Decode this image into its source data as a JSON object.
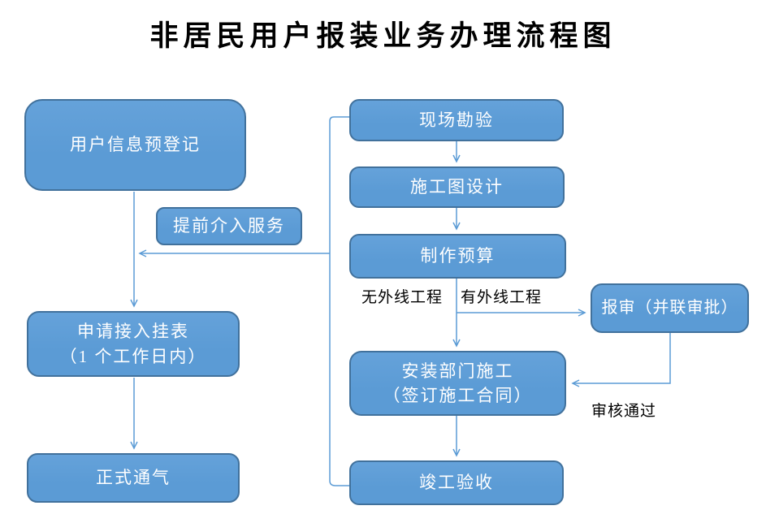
{
  "title": "非居民用户报装业务办理流程图",
  "colors": {
    "box_fill": "#5B9BD5",
    "box_border": "#41719C",
    "connector": "#5B9BD5",
    "box_text": "#FFFFFF",
    "edge_label_text": "#000000",
    "background": "#FFFFFF"
  },
  "nodes": {
    "user_preregister": {
      "label": "用户信息预登记"
    },
    "early_service": {
      "label": "提前介入服务"
    },
    "apply_meter": {
      "line1": "申请接入挂表",
      "line2": "（1 个工作日内）"
    },
    "official_gas": {
      "label": "正式通气"
    },
    "site_survey": {
      "label": "现场勘验"
    },
    "construction_design": {
      "label": "施工图设计"
    },
    "budget": {
      "label": "制作预算"
    },
    "approval": {
      "label": "报审（并联审批）"
    },
    "installation": {
      "line1": "安装部门施工",
      "line2": "（签订施工合同）"
    },
    "completion": {
      "label": "竣工验收"
    }
  },
  "edge_labels": {
    "no_external_project": "无外线工程",
    "has_external_project": "有外线工程",
    "approval_passed": "审核通过"
  }
}
